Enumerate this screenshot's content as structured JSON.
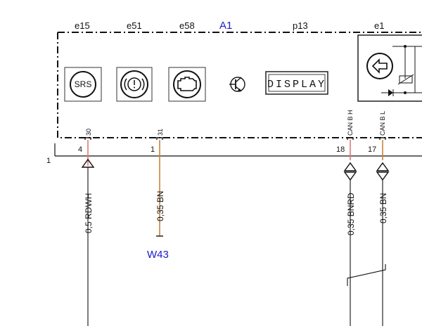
{
  "components": {
    "e15": "e15",
    "e51": "e51",
    "e58": "e58",
    "a1": "A1",
    "p13": "p13",
    "e1": "e1"
  },
  "srs_icon_text": "SRS",
  "display_text": "DISPLAY",
  "connector_pins": {
    "pin30": "30",
    "pin31": "31",
    "pin_can_h": "CAN B H",
    "pin_can_l": "CAN B L"
  },
  "terminal_numbers": {
    "t4": "4",
    "t1": "1",
    "t18": "18",
    "t17": "17"
  },
  "connector_label": "1",
  "wires": {
    "rdwh": "0,5 RDWH",
    "bn1": "0,35 BN",
    "bnrd": "0,35 BNRD",
    "bn2": "0,35 BN"
  },
  "ground": "W43",
  "colors": {
    "wire_red": "#e07a7a",
    "wire_brown": "#c8843c",
    "label_blue": "#1a1acc"
  }
}
